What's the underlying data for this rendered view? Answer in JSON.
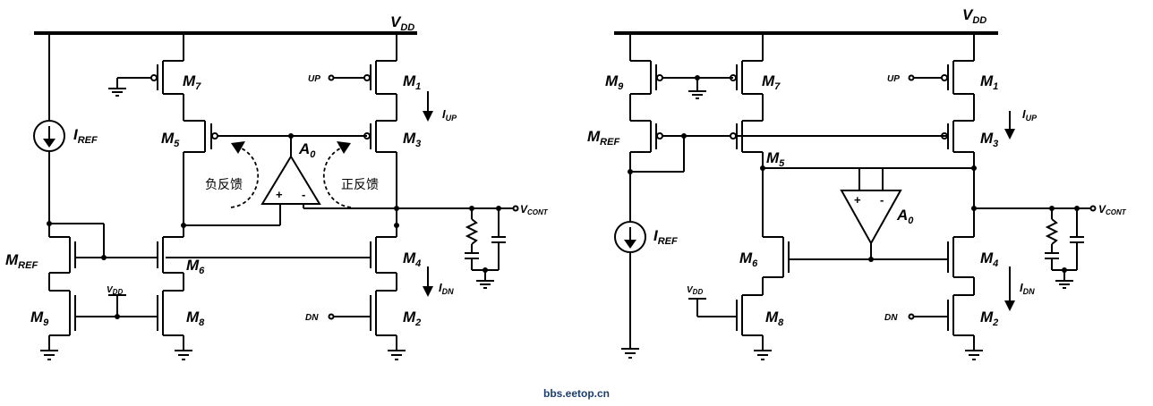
{
  "left_circuit": {
    "vdd": {
      "main": "V",
      "sub": "DD"
    },
    "transistors": [
      {
        "main": "M",
        "sub": "7"
      },
      {
        "main": "M",
        "sub": "1"
      },
      {
        "main": "M",
        "sub": "5"
      },
      {
        "main": "M",
        "sub": "3"
      },
      {
        "main": "M",
        "sub": "REF"
      },
      {
        "main": "M",
        "sub": "6"
      },
      {
        "main": "M",
        "sub": "4"
      },
      {
        "main": "M",
        "sub": "9"
      },
      {
        "main": "M",
        "sub": "8"
      },
      {
        "main": "M",
        "sub": "2"
      }
    ],
    "iref": {
      "main": "I",
      "sub": "REF"
    },
    "iup": {
      "main": "I",
      "sub": "UP"
    },
    "idn": {
      "main": "I",
      "sub": "DN"
    },
    "amp": {
      "main": "A",
      "sub": "0",
      "plus": "+",
      "minus": "-"
    },
    "up_label": "UP",
    "dn_label": "DN",
    "vdd_small": {
      "main": "V",
      "sub": "DD"
    },
    "vcont": {
      "main": "V",
      "sub": "CONT"
    },
    "neg_feedback": "负反馈",
    "pos_feedback": "正反馈"
  },
  "right_circuit": {
    "vdd": {
      "main": "V",
      "sub": "DD"
    },
    "transistors": [
      {
        "main": "M",
        "sub": "9"
      },
      {
        "main": "M",
        "sub": "7"
      },
      {
        "main": "M",
        "sub": "1"
      },
      {
        "main": "M",
        "sub": "REF"
      },
      {
        "main": "M",
        "sub": "3"
      },
      {
        "main": "M",
        "sub": "5"
      },
      {
        "main": "M",
        "sub": "6"
      },
      {
        "main": "M",
        "sub": "4"
      },
      {
        "main": "M",
        "sub": "8"
      },
      {
        "main": "M",
        "sub": "2"
      }
    ],
    "iref": {
      "main": "I",
      "sub": "REF"
    },
    "iup": {
      "main": "I",
      "sub": "UP"
    },
    "idn": {
      "main": "I",
      "sub": "DN"
    },
    "amp": {
      "main": "A",
      "sub": "0",
      "plus": "+",
      "minus": "-"
    },
    "up_label": "UP",
    "dn_label": "DN",
    "vdd_small": {
      "main": "V",
      "sub": "DD"
    },
    "vcont": {
      "main": "V",
      "sub": "CONT"
    }
  },
  "watermark": "bbs.eetop.cn"
}
